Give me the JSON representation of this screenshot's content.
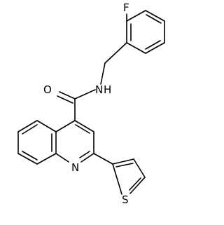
{
  "molecule": {
    "atoms": {
      "fluorine": "F",
      "oxygen": "O",
      "amide_nitrogen": "N",
      "amide_hydrogen": "H",
      "quinoline_nitrogen": "N",
      "thiophene_sulfur": "S"
    }
  }
}
